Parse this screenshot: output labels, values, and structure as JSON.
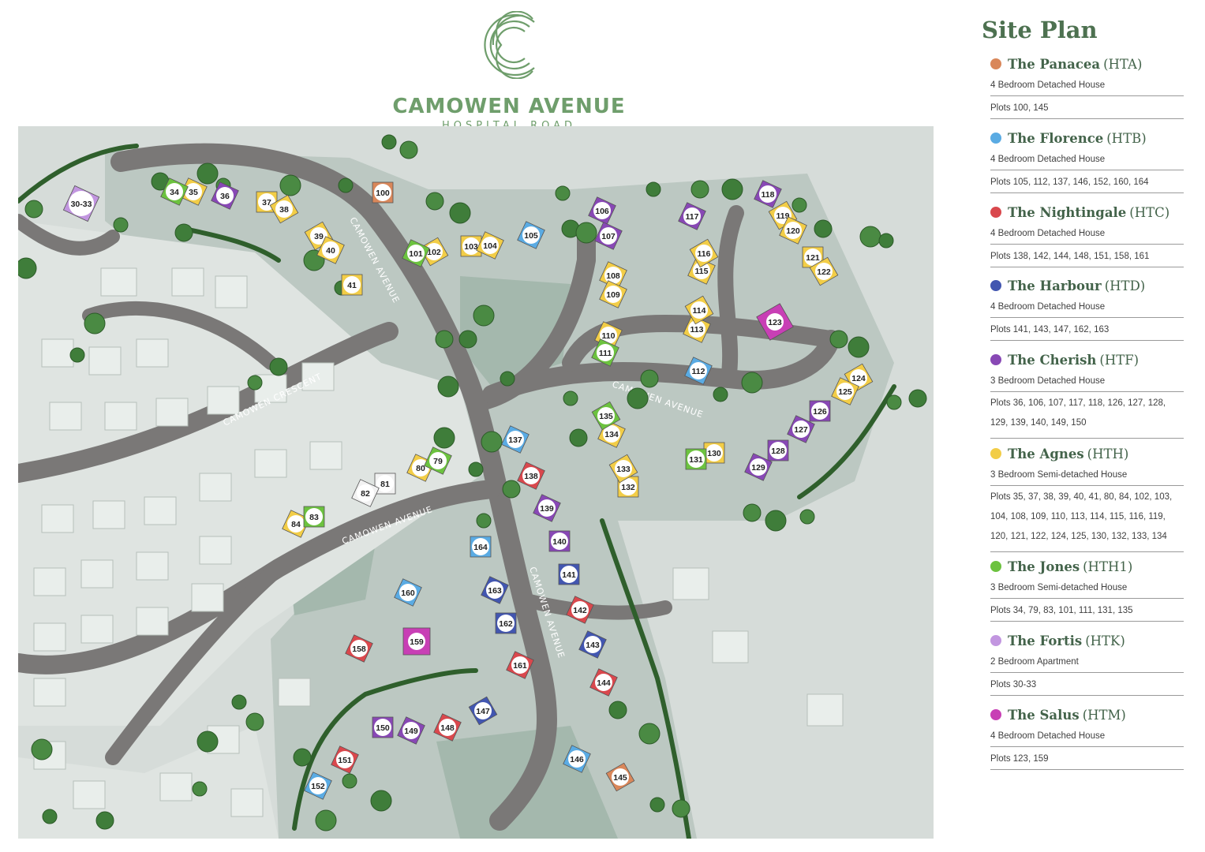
{
  "brand": {
    "name": "CAMOWEN AVENUE",
    "subtitle": "HOSPITAL ROAD",
    "color": "#6f9e6c"
  },
  "legend": {
    "title": "Site Plan",
    "house_types": [
      {
        "key": "HTA",
        "name": "The Panacea",
        "code": "(HTA)",
        "color": "#d9875a",
        "description": "4 Bedroom Detached House",
        "plots_text": "Plots 100, 145",
        "plots": [
          "100",
          "145"
        ]
      },
      {
        "key": "HTB",
        "name": "The Florence",
        "code": "(HTB)",
        "color": "#5aabe3",
        "description": "4 Bedroom Detached House",
        "plots_text": "Plots 105, 112, 137, 146, 152, 160, 164",
        "plots": [
          "105",
          "112",
          "137",
          "146",
          "152",
          "160",
          "164"
        ]
      },
      {
        "key": "HTC",
        "name": "The Nightingale",
        "code": "(HTC)",
        "color": "#d9484d",
        "description": "4 Bedroom Detached House",
        "plots_text": "Plots 138, 142, 144, 148, 151, 158, 161",
        "plots": [
          "138",
          "142",
          "144",
          "148",
          "151",
          "158",
          "161"
        ]
      },
      {
        "key": "HTD",
        "name": "The Harbour",
        "code": "(HTD)",
        "color": "#4256b0",
        "description": "4 Bedroom Detached House",
        "plots_text": "Plots 141, 143, 147, 162, 163",
        "plots": [
          "141",
          "143",
          "147",
          "162",
          "163"
        ]
      },
      {
        "key": "HTF",
        "name": "The Cherish",
        "code": "(HTF)",
        "color": "#8848b5",
        "description": "3 Bedroom Detached House",
        "plots_text": "Plots 36, 106, 107, 117, 118, 126, 127, 128, 129, 139, 140, 149, 150",
        "plots": [
          "36",
          "106",
          "107",
          "117",
          "118",
          "126",
          "127",
          "128",
          "129",
          "139",
          "140",
          "149",
          "150"
        ]
      },
      {
        "key": "HTH",
        "name": "The Agnes",
        "code": "(HTH)",
        "color": "#f2cd47",
        "description": "3 Bedroom Semi-detached House",
        "plots_text": "Plots 35, 37, 38, 39, 40, 41, 80, 84, 102, 103, 104, 108, 109, 110, 113, 114, 115, 116, 119, 120, 121, 122, 124, 125, 130, 132, 133, 134",
        "plots": [
          "35",
          "37",
          "38",
          "39",
          "40",
          "41",
          "80",
          "84",
          "102",
          "103",
          "104",
          "108",
          "109",
          "110",
          "113",
          "114",
          "115",
          "116",
          "119",
          "120",
          "121",
          "122",
          "124",
          "125",
          "130",
          "132",
          "133",
          "134"
        ]
      },
      {
        "key": "HTH1",
        "name": "The Jones",
        "code": "(HTH1)",
        "color": "#6cc23f",
        "description": "3 Bedroom Semi-detached House",
        "plots_text": "Plots 34, 79, 83, 101, 111, 131, 135",
        "plots": [
          "34",
          "79",
          "83",
          "101",
          "111",
          "131",
          "135"
        ]
      },
      {
        "key": "HTK",
        "name": "The Fortis",
        "code": "(HTK)",
        "color": "#c296e0",
        "description": "2 Bedroom Apartment",
        "plots_text": "Plots 30-33",
        "plots": [
          "30-33"
        ]
      },
      {
        "key": "HTM",
        "name": "The Salus",
        "code": "(HTM)",
        "color": "#c83fb5",
        "description": "4 Bedroom Detached House",
        "plots_text": "Plots 123, 159",
        "plots": [
          "123",
          "159"
        ]
      }
    ]
  },
  "map": {
    "unlabeled_plots": [
      "81",
      "82"
    ],
    "road_labels": [
      "CAMOWEN AVENUE",
      "CAMOWEN AVENUE",
      "CAMOWEN AVENUE",
      "CAMOWEN AVENUE",
      "CAMOWEN CRESCENT"
    ],
    "colors": {
      "land": "#c9d3cf",
      "grass": "#a4b8ad",
      "road": "#7a7877",
      "existing_house": "#e6ebe8",
      "tree": "#3f7d3a",
      "hedge": "#2f5f2c"
    }
  }
}
